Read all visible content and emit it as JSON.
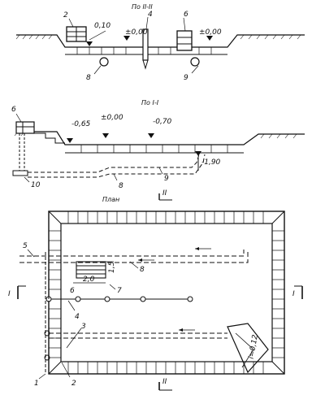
{
  "section_2": {
    "title": "По II-II",
    "levels": {
      "top": "0,10",
      "zero": "±0,00",
      "right": "±0,00"
    },
    "callouts": {
      "c2": "2",
      "c4": "4",
      "c6": "6",
      "c8": "8",
      "c9": "9"
    }
  },
  "section_1": {
    "title": "По I-I",
    "levels": {
      "left": "-0,65",
      "zero": "±0,00",
      "right": "-0,70",
      "bottom": "-1,90"
    },
    "callouts": {
      "c6": "6",
      "c10": "10",
      "c8": "8",
      "c9": "9"
    },
    "cut_mark": "II"
  },
  "plan": {
    "title": "План",
    "dims": {
      "width": "2,0",
      "height": "1,5",
      "slope": "i=0,12"
    },
    "callouts": {
      "c5": "5",
      "c8": "8",
      "c6": "6",
      "c7": "7",
      "c4": "4",
      "c3": "3",
      "c1": "1",
      "c2": "2"
    },
    "cut_marks": {
      "left": "I",
      "right": "I",
      "bottom": "II"
    }
  }
}
